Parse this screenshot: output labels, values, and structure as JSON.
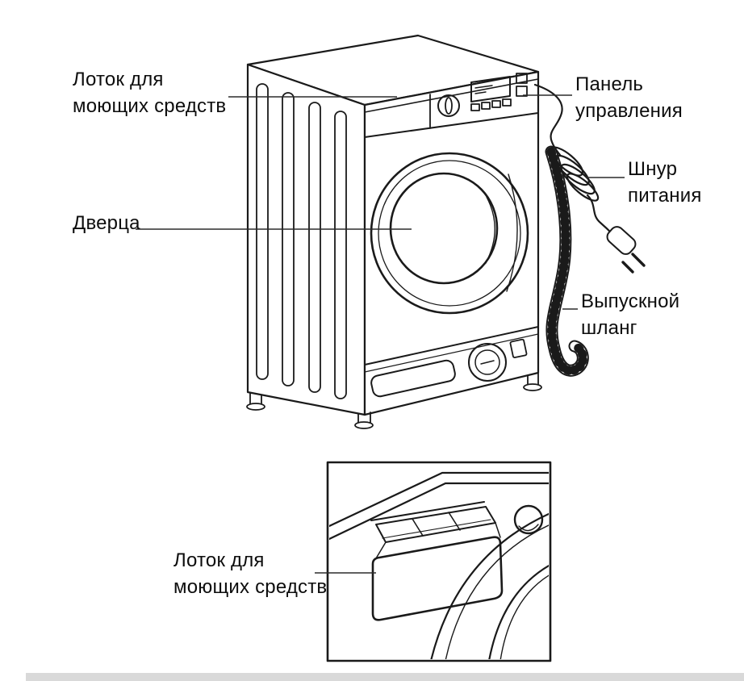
{
  "diagram": {
    "labels": {
      "detergent_tray_top": "Лоток для моющих средств",
      "control_panel": "Панель управления",
      "power_cord": "Шнур питания",
      "door": "Дверца",
      "drain_hose": "Выпускной шланг",
      "detergent_tray_inset": "Лоток для моющих средств"
    },
    "colors": {
      "line": "#1a1a1a",
      "leader_line": "#2b2b2b",
      "background": "#ffffff",
      "artifact_bar": "#d9d9d9"
    }
  }
}
